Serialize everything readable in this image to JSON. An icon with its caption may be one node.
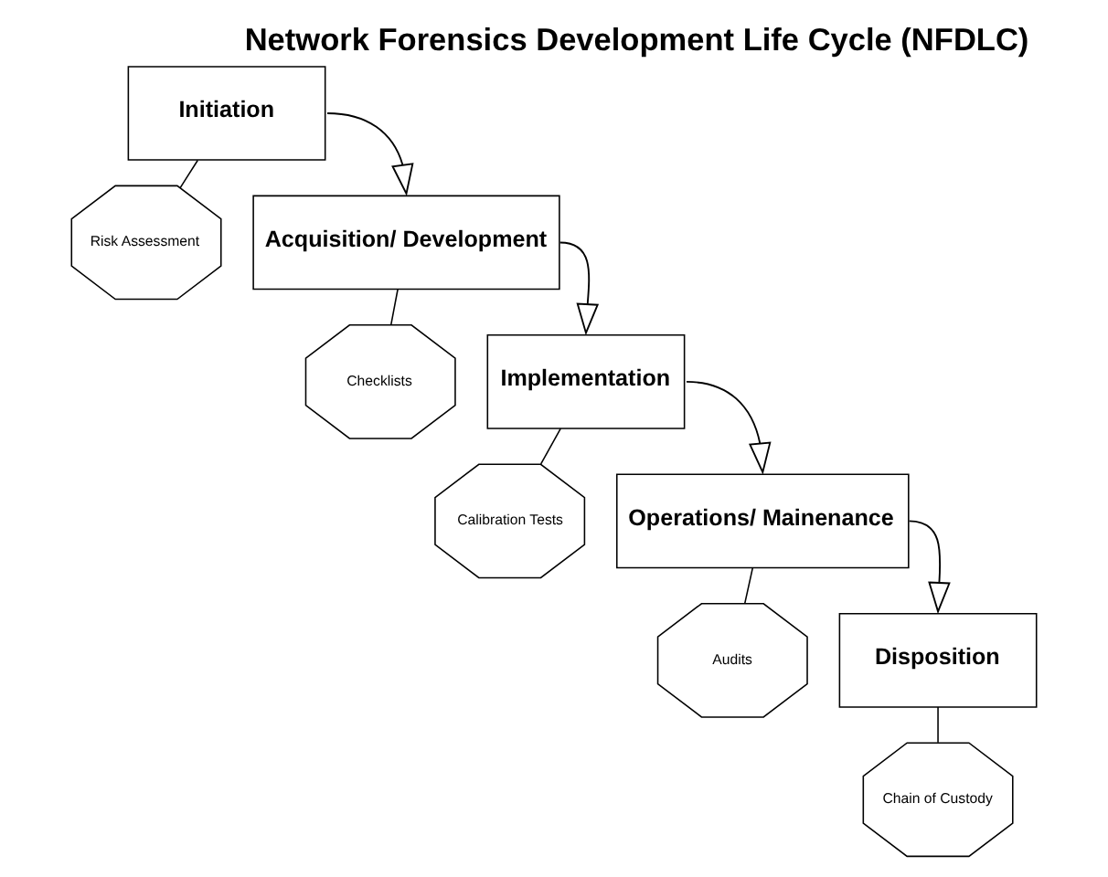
{
  "diagram": {
    "title": "Network Forensics Development Life Cycle (NFDLC)",
    "nodes": [
      {
        "text": [
          "Initiation"
        ]
      },
      {
        "text": [
          "Risk Assessment"
        ]
      },
      {
        "text": [
          "Acquisition/ Development"
        ]
      },
      {
        "text": [
          "Checklists"
        ]
      },
      {
        "text": [
          "Implementation"
        ]
      },
      {
        "text": [
          "Calibration Tests"
        ]
      },
      {
        "text": [
          "Operations/ Mainenance"
        ]
      },
      {
        "text": [
          "Audits"
        ]
      },
      {
        "text": [
          "Disposition"
        ]
      },
      {
        "text": [
          "Chain of Custody"
        ]
      }
    ],
    "edges": [
      {
        "from": 0,
        "to": 1,
        "arrow": "none"
      },
      {
        "from": 0,
        "to": 2,
        "arrow": "to"
      },
      {
        "from": 2,
        "to": 3,
        "arrow": "none"
      },
      {
        "from": 2,
        "to": 4,
        "arrow": "to"
      },
      {
        "from": 4,
        "to": 5,
        "arrow": "none"
      },
      {
        "from": 4,
        "to": 6,
        "arrow": "to"
      },
      {
        "from": 6,
        "to": 7,
        "arrow": "none"
      },
      {
        "from": 6,
        "to": 8,
        "arrow": "to"
      },
      {
        "from": 8,
        "to": 9,
        "arrow": "none"
      }
    ]
  }
}
